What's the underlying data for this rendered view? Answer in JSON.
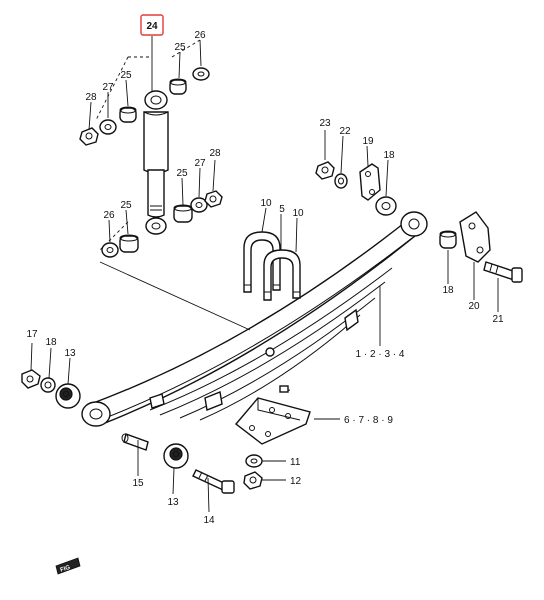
{
  "callouts": {
    "c24": "24",
    "c25a": "25",
    "c26a": "26",
    "c27a": "27",
    "c28a": "28",
    "c25b": "25",
    "c27b": "27",
    "c28b": "28",
    "c26b": "26",
    "c25c": "25",
    "c23": "23",
    "c22": "22",
    "c19": "19",
    "c18a": "18",
    "c10a": "10",
    "c5": "5",
    "c10b": "10",
    "c18b": "18",
    "c20": "20",
    "c21": "21",
    "c1234": "1 · 2 · 3 · 4",
    "c17": "17",
    "c18c": "18",
    "c13a": "13",
    "c6789": "6 · 7 · 8 · 9",
    "c11": "11",
    "c12": "12",
    "c15": "15",
    "c13b": "13",
    "c14": "14"
  },
  "highlight": {
    "part": "24",
    "color": "#e03c3c"
  },
  "fig_code": "FIG"
}
